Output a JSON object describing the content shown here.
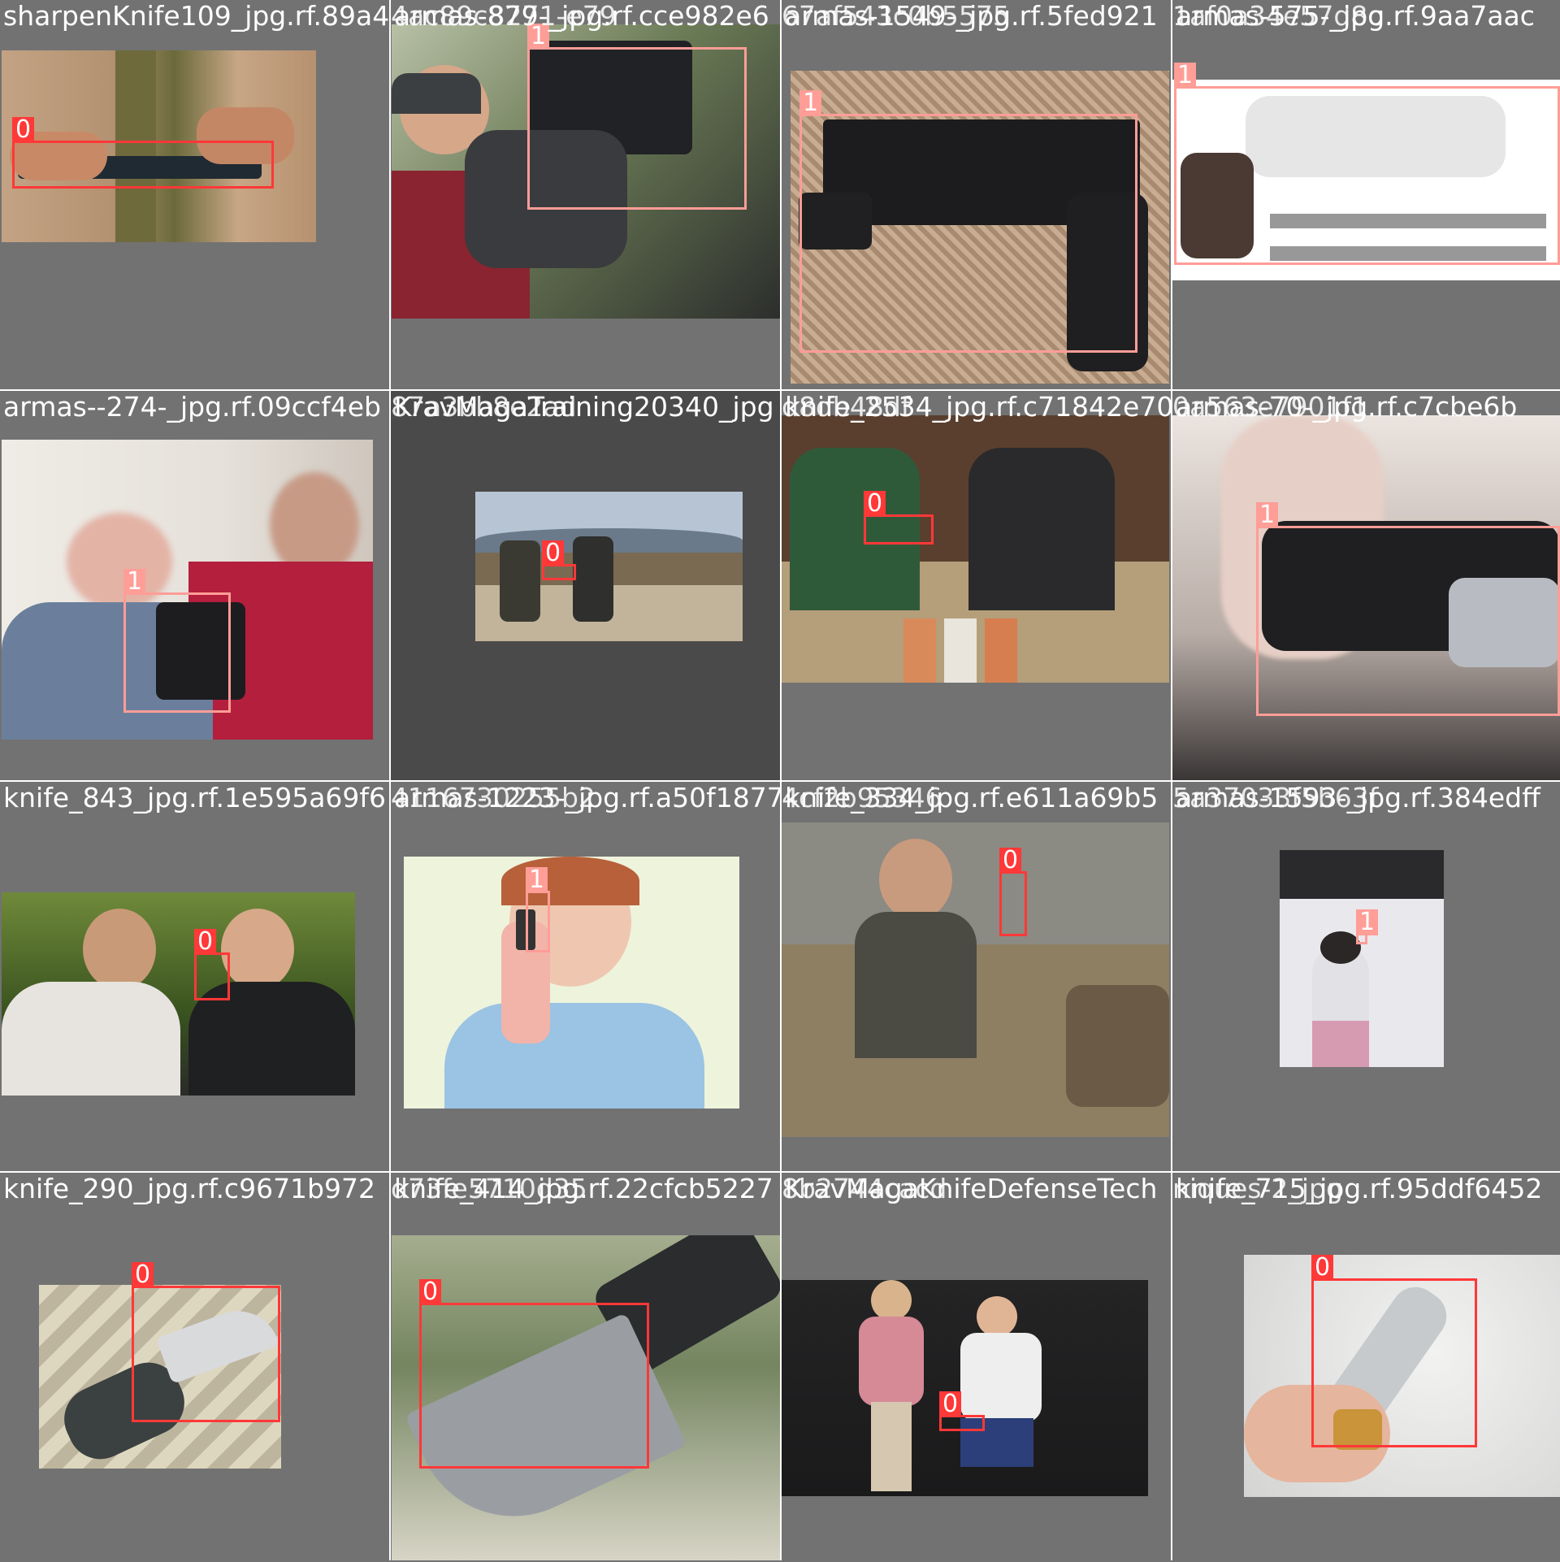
{
  "mosaic": {
    "labels": {
      "t0": "sharpenKnife109_jpg.rf.89a4",
      "t1": "armas-879-_jpg.rf.cce982e6",
      "t2": "armas-1549-_jpg.rf.5fed921",
      "t3": "armas-575-_jpg.rf.9aa7aac",
      "t4": "armas--274-_jpg.rf.09ccf4eb",
      "t5": "KravMagaTraining20340_jpg",
      "t6": "knife_2534_jpg.rf.c71842e70",
      "t7": "armas-70-_jpg.rf.c7cbe6b",
      "t8": "knife_843_jpg.rf.1e595a69f6",
      "t9": "armas-1223-_jpg.rf.a50f1877",
      "t10": "knife_334_jpg.rf.e611a69b5",
      "t11": "armas-1593-_jpg.rf.384edff",
      "t12": "knife_290_jpg.rf.c9671b972",
      "t13": "knife_414_jpg.rf.22cfcb5227",
      "t14": "KravMagaKnifeDefenseTech",
      "t15": "knife_715_jpg.rf.95ddf6452"
    },
    "overlap_text": {
      "o1": "4ac89c8271-e79",
      "o2": "67af543c0b5575",
      "o3": "1af0a34e57d8c",
      "o5": "87a3bb8e2ad",
      "o6": "d8db48df",
      "o7": "0a563e7901f1",
      "o9": "4116730255b2",
      "o10": "4cf2b95346",
      "o11": "5a37033f5b63f",
      "o13": "d73fe5710d35",
      "o14": "8b2744cacd",
      "o15": "niques-2_jpg"
    },
    "class_tags": {
      "knife": "0",
      "gun": "1"
    },
    "colors": {
      "knife_box": "#ff3838",
      "gun_box": "#ff9d97",
      "tile_bg": "#727272",
      "tile_bg_alt": "#4a4a4a",
      "divider": "#ffffff"
    }
  }
}
